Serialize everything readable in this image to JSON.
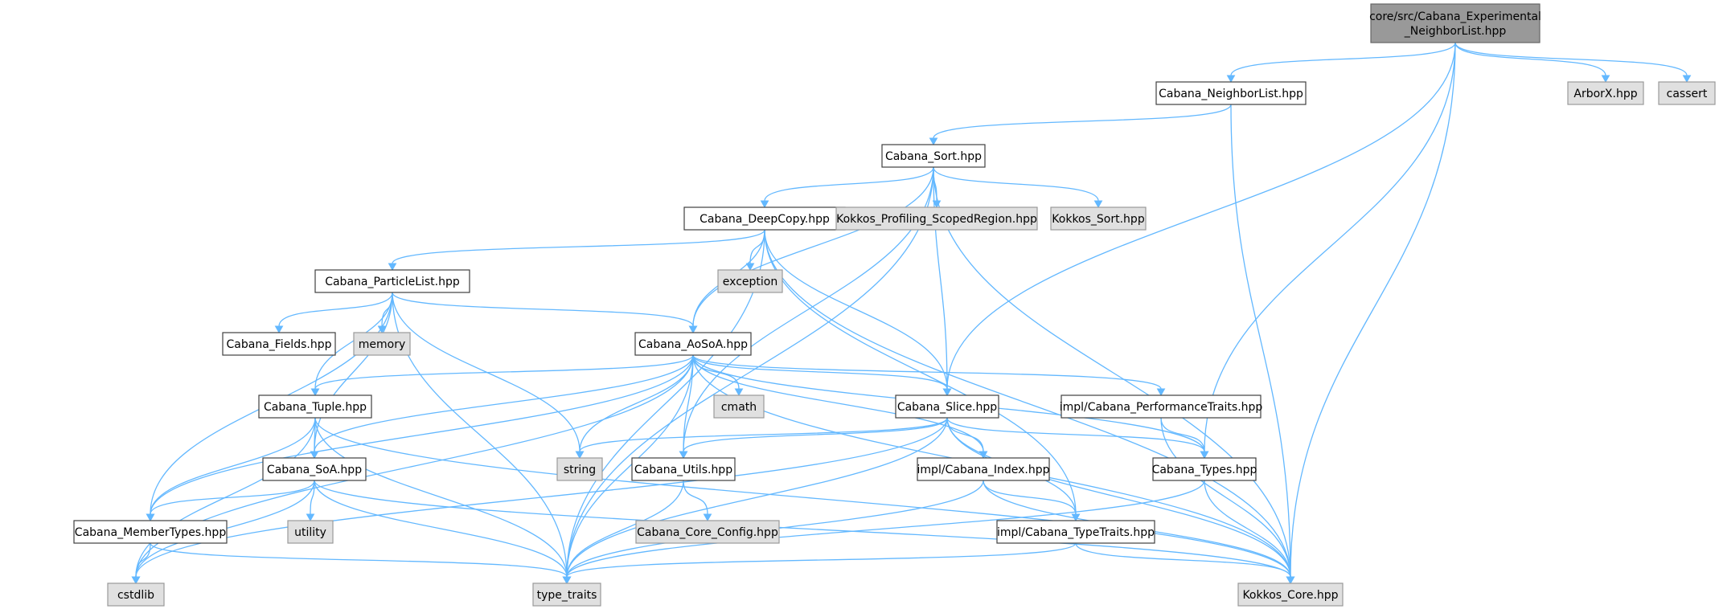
{
  "diagram": {
    "colors": {
      "edge": "#63b8ff",
      "local_fill": "#ffffff",
      "local_stroke": "#404040",
      "system_fill": "#e0e0e0",
      "system_stroke": "#999999",
      "root_fill": "#999999"
    },
    "nodes": [
      {
        "id": "root",
        "kind": "root",
        "lines": [
          "core/src/Cabana_Experimental",
          "_NeighborList.hpp"
        ]
      },
      {
        "id": "neighborlist",
        "kind": "local",
        "lines": [
          "Cabana_NeighborList.hpp"
        ]
      },
      {
        "id": "arborx",
        "kind": "system",
        "lines": [
          "ArborX.hpp"
        ]
      },
      {
        "id": "cassert",
        "kind": "system",
        "lines": [
          "cassert"
        ]
      },
      {
        "id": "sort",
        "kind": "local",
        "lines": [
          "Cabana_Sort.hpp"
        ]
      },
      {
        "id": "deepcopy",
        "kind": "local",
        "lines": [
          "Cabana_DeepCopy.hpp"
        ]
      },
      {
        "id": "scopedregion",
        "kind": "system",
        "lines": [
          "Kokkos_Profiling_ScopedRegion.hpp"
        ]
      },
      {
        "id": "kokkossort",
        "kind": "system",
        "lines": [
          "Kokkos_Sort.hpp"
        ]
      },
      {
        "id": "particlelist",
        "kind": "local",
        "lines": [
          "Cabana_ParticleList.hpp"
        ]
      },
      {
        "id": "exception",
        "kind": "system",
        "lines": [
          "exception"
        ]
      },
      {
        "id": "fields",
        "kind": "local",
        "lines": [
          "Cabana_Fields.hpp"
        ]
      },
      {
        "id": "memory",
        "kind": "system",
        "lines": [
          "memory"
        ]
      },
      {
        "id": "aosoa",
        "kind": "local",
        "lines": [
          "Cabana_AoSoA.hpp"
        ]
      },
      {
        "id": "tuple",
        "kind": "local",
        "lines": [
          "Cabana_Tuple.hpp"
        ]
      },
      {
        "id": "cmath",
        "kind": "system",
        "lines": [
          "cmath"
        ]
      },
      {
        "id": "slice",
        "kind": "local",
        "lines": [
          "Cabana_Slice.hpp"
        ]
      },
      {
        "id": "perftraits",
        "kind": "local",
        "lines": [
          "impl/Cabana_PerformanceTraits.hpp"
        ]
      },
      {
        "id": "soa",
        "kind": "local",
        "lines": [
          "Cabana_SoA.hpp"
        ]
      },
      {
        "id": "string",
        "kind": "system",
        "lines": [
          "string"
        ]
      },
      {
        "id": "utils",
        "kind": "local",
        "lines": [
          "Cabana_Utils.hpp"
        ]
      },
      {
        "id": "index",
        "kind": "local",
        "lines": [
          "impl/Cabana_Index.hpp"
        ]
      },
      {
        "id": "types",
        "kind": "local",
        "lines": [
          "Cabana_Types.hpp"
        ]
      },
      {
        "id": "membertypes",
        "kind": "local",
        "lines": [
          "Cabana_MemberTypes.hpp"
        ]
      },
      {
        "id": "utility",
        "kind": "system",
        "lines": [
          "utility"
        ]
      },
      {
        "id": "coreconfig",
        "kind": "system",
        "lines": [
          "Cabana_Core_Config.hpp"
        ]
      },
      {
        "id": "typetraits_impl",
        "kind": "local",
        "lines": [
          "impl/Cabana_TypeTraits.hpp"
        ]
      },
      {
        "id": "cstdlib",
        "kind": "system",
        "lines": [
          "cstdlib"
        ]
      },
      {
        "id": "type_traits",
        "kind": "system",
        "lines": [
          "type_traits"
        ]
      },
      {
        "id": "kokkoscore",
        "kind": "system",
        "lines": [
          "Kokkos_Core.hpp"
        ]
      }
    ],
    "edges": [
      [
        "root",
        "neighborlist"
      ],
      [
        "root",
        "arborx"
      ],
      [
        "root",
        "cassert"
      ],
      [
        "root",
        "slice"
      ],
      [
        "root",
        "types"
      ],
      [
        "root",
        "kokkoscore"
      ],
      [
        "neighborlist",
        "sort"
      ],
      [
        "neighborlist",
        "kokkoscore"
      ],
      [
        "sort",
        "deepcopy"
      ],
      [
        "sort",
        "scopedregion"
      ],
      [
        "sort",
        "kokkossort"
      ],
      [
        "sort",
        "aosoa"
      ],
      [
        "sort",
        "slice"
      ],
      [
        "sort",
        "utils"
      ],
      [
        "sort",
        "type_traits"
      ],
      [
        "sort",
        "kokkoscore"
      ],
      [
        "deepcopy",
        "particlelist"
      ],
      [
        "deepcopy",
        "exception"
      ],
      [
        "deepcopy",
        "aosoa"
      ],
      [
        "deepcopy",
        "slice"
      ],
      [
        "deepcopy",
        "typetraits_impl"
      ],
      [
        "deepcopy",
        "type_traits"
      ],
      [
        "deepcopy",
        "kokkoscore"
      ],
      [
        "particlelist",
        "fields"
      ],
      [
        "particlelist",
        "memory"
      ],
      [
        "particlelist",
        "aosoa"
      ],
      [
        "particlelist",
        "tuple"
      ],
      [
        "particlelist",
        "soa"
      ],
      [
        "particlelist",
        "membertypes"
      ],
      [
        "particlelist",
        "string"
      ],
      [
        "particlelist",
        "type_traits"
      ],
      [
        "aosoa",
        "tuple"
      ],
      [
        "aosoa",
        "cmath"
      ],
      [
        "aosoa",
        "slice"
      ],
      [
        "aosoa",
        "perftraits"
      ],
      [
        "aosoa",
        "soa"
      ],
      [
        "aosoa",
        "string"
      ],
      [
        "aosoa",
        "utils"
      ],
      [
        "aosoa",
        "index"
      ],
      [
        "aosoa",
        "types"
      ],
      [
        "aosoa",
        "membertypes"
      ],
      [
        "aosoa",
        "cstdlib"
      ],
      [
        "aosoa",
        "type_traits"
      ],
      [
        "aosoa",
        "kokkoscore"
      ],
      [
        "tuple",
        "soa"
      ],
      [
        "tuple",
        "membertypes"
      ],
      [
        "tuple",
        "cstdlib"
      ],
      [
        "tuple",
        "type_traits"
      ],
      [
        "tuple",
        "kokkoscore"
      ],
      [
        "slice",
        "string"
      ],
      [
        "slice",
        "utils"
      ],
      [
        "slice",
        "index"
      ],
      [
        "slice",
        "types"
      ],
      [
        "slice",
        "typetraits_impl"
      ],
      [
        "slice",
        "cstdlib"
      ],
      [
        "slice",
        "type_traits"
      ],
      [
        "slice",
        "kokkoscore"
      ],
      [
        "perftraits",
        "types"
      ],
      [
        "perftraits",
        "kokkoscore"
      ],
      [
        "soa",
        "membertypes"
      ],
      [
        "soa",
        "utility"
      ],
      [
        "soa",
        "cstdlib"
      ],
      [
        "soa",
        "type_traits"
      ],
      [
        "soa",
        "kokkoscore"
      ],
      [
        "utils",
        "coreconfig"
      ],
      [
        "utils",
        "type_traits"
      ],
      [
        "index",
        "typetraits_impl"
      ],
      [
        "index",
        "type_traits"
      ],
      [
        "index",
        "kokkoscore"
      ],
      [
        "types",
        "type_traits"
      ],
      [
        "types",
        "kokkoscore"
      ],
      [
        "membertypes",
        "cstdlib"
      ],
      [
        "membertypes",
        "type_traits"
      ],
      [
        "typetraits_impl",
        "type_traits"
      ],
      [
        "typetraits_impl",
        "kokkoscore"
      ]
    ]
  }
}
